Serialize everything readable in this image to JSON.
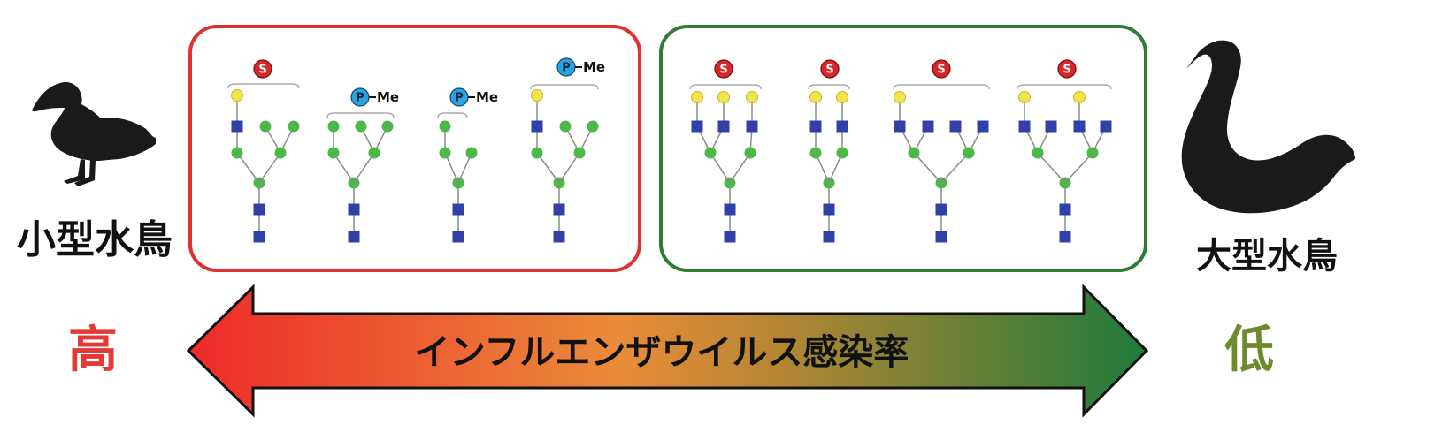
{
  "left_label": "小型水鳥",
  "right_label": "大型水鳥",
  "arrow_text": "インフルエンザウイルス感染率",
  "high_label": "高",
  "low_label": "低",
  "sialic_symbol": "S",
  "phospho_symbol": "P",
  "methyl_text": "Me",
  "colors": {
    "red_box": "#e03030",
    "green_box": "#2e7d32",
    "high": "#e53935",
    "low": "#6d8a2e",
    "galactose": "#f2e44c",
    "glcnac": "#3040a8",
    "mannose": "#4cb848",
    "phosphate": "#2ba3df",
    "sialic": "#d62828"
  },
  "glycans": [
    {
      "id": "g1",
      "group": "red",
      "cap": "sialic"
    },
    {
      "id": "g2",
      "group": "red",
      "cap": "phospho-methyl"
    },
    {
      "id": "g3",
      "group": "red",
      "cap": "phospho-methyl"
    },
    {
      "id": "g4",
      "group": "red",
      "cap": "phospho-methyl"
    },
    {
      "id": "g5",
      "group": "green",
      "cap": "sialic"
    },
    {
      "id": "g6",
      "group": "green",
      "cap": "sialic"
    },
    {
      "id": "g7",
      "group": "green",
      "cap": "sialic"
    },
    {
      "id": "g8",
      "group": "green",
      "cap": "sialic"
    }
  ]
}
